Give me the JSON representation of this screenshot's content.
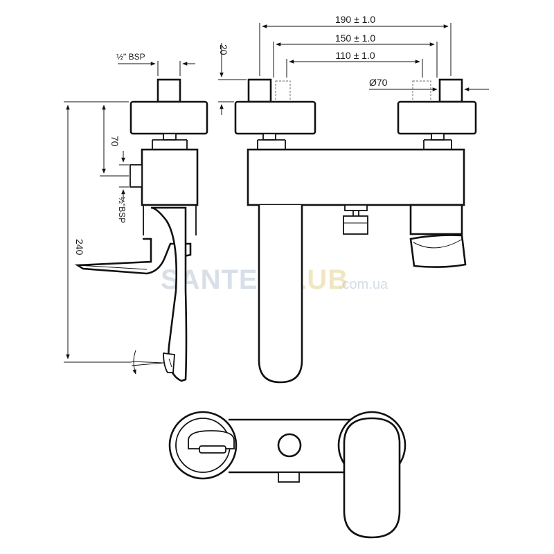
{
  "dimensions": {
    "width_outer": "190 ± 1.0",
    "width_mid": "150 ± 1.0",
    "width_inner": "110 ± 1.0",
    "inlet_offset": "20",
    "flange_diameter": "Ø70",
    "thread_top": "½\" BSP",
    "thread_side": "½\"BSP",
    "height_70": "70",
    "height_240": "240"
  },
  "watermark": {
    "part1": "SANTEH",
    "part2": "CLUB",
    "domain": ".com.ua"
  }
}
